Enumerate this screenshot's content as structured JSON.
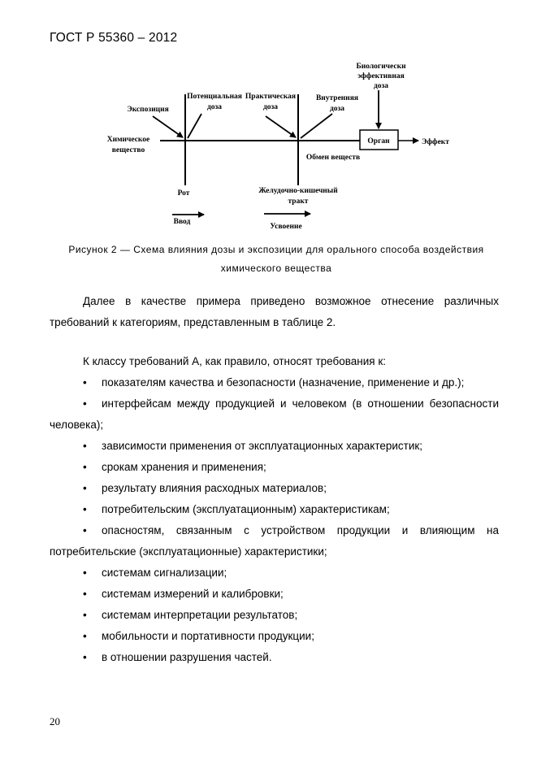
{
  "header": {
    "doc_id": "ГОСТ Р 55360 – 2012"
  },
  "diagram": {
    "labels": {
      "bio_line1": "Биологически",
      "bio_line2": "эффективная",
      "bio_line3": "доза",
      "potential_line1": "Потенциальная",
      "potential_line2": "доза",
      "practical_line1": "Практическая",
      "practical_line2": "доза",
      "internal_line1": "Внутренняя",
      "internal_line2": "доза",
      "exposure": "Экспозиция",
      "chem_line1": "Химическое",
      "chem_line2": "вещество",
      "organ": "Орган",
      "effect": "Эффект",
      "metabolism": "Обмен веществ",
      "mouth": "Рот",
      "gi_line1": "Желудочно-кишечный",
      "gi_line2": "тракт",
      "intake": "Ввод",
      "absorption": "Усвоение"
    }
  },
  "caption": {
    "line1": "Рисунок 2 — Схема влияния дозы и экспозиции для орального способа воздействия",
    "line2": "химического вещества"
  },
  "body": {
    "para1": "Далее в качестве примера приведено возможное отнесение различных требований к категориям, представленным в таблице 2.",
    "para2": "К классу требований А, как правило, относят требования к:",
    "bullet_symbol": "•",
    "bullets": [
      "показателям качества и безопасности (назначение, применение и др.);",
      "интерфейсам между продукцией и человеком (в отношении безопасности человека);",
      "зависимости применения от эксплуатационных характеристик;",
      "срокам хранения и применения;",
      "результату влияния расходных материалов;",
      "потребительским (эксплуатационным) характеристикам;",
      "опасностям, связанным с устройством продукции и влияющим на потребительские (эксплуатационные) характеристики;",
      "системам сигнализации;",
      "системам измерений и калибровки;",
      "системам интерпретации результатов;",
      "мобильности и портативности продукции;",
      "в отношении разрушения частей."
    ]
  },
  "footer": {
    "page_number": "20"
  }
}
